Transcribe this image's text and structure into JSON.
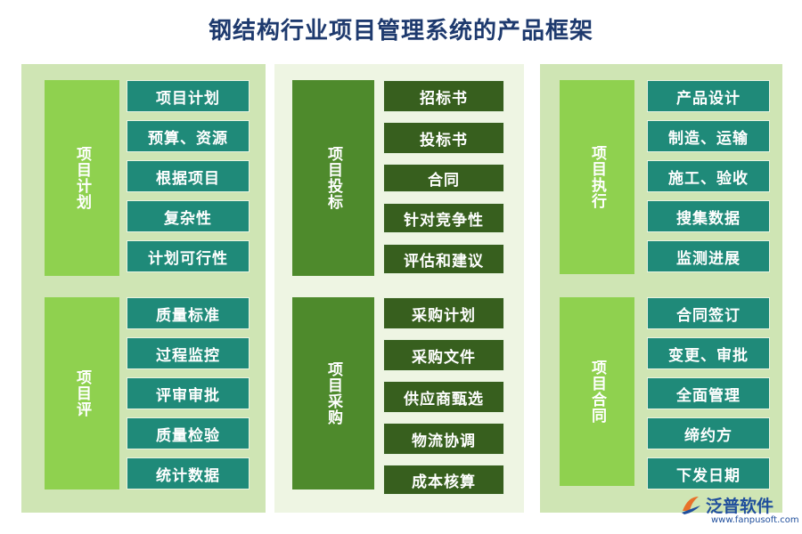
{
  "title": "钢结构行业项目管理系统的产品框架",
  "columns": [
    {
      "sections": [
        {
          "category": "项目计划",
          "items": [
            "项目计划",
            "预算、资源",
            "根据项目",
            "复杂性",
            "计划可行性"
          ]
        },
        {
          "category": "项目评",
          "items": [
            "质量标准",
            "过程监控",
            "评审审批",
            "质量检验",
            "统计数据"
          ]
        }
      ]
    },
    {
      "sections": [
        {
          "category": "项目投标",
          "items": [
            "招标书",
            "投标书",
            "合同",
            "针对竞争性",
            "评估和建议"
          ]
        },
        {
          "category": "项目采购",
          "items": [
            "采购计划",
            "采购文件",
            "供应商甄选",
            "物流协调",
            "成本核算"
          ]
        }
      ]
    },
    {
      "sections": [
        {
          "category": "项目执行",
          "items": [
            "产品设计",
            "制造、运输",
            "施工、验收",
            "搜集数据",
            "监测进展"
          ]
        },
        {
          "category": "项目合同",
          "items": [
            "合同签订",
            "变更、审批",
            "全面管理",
            "缔约方",
            "下发日期"
          ]
        }
      ]
    }
  ],
  "logo": {
    "name": "泛普软件",
    "url": "www.fanpusoft.com",
    "icon": "fanpu-logo-icon"
  },
  "colors": {
    "title": "#1e3a6e",
    "outer_panel": "#cfe5b4",
    "middle_panel": "#eef5e3",
    "category_light": "#8fd14f",
    "category_dark": "#4e8a2c",
    "item_teal": "#1f8a79",
    "item_dark": "#375f1e"
  }
}
